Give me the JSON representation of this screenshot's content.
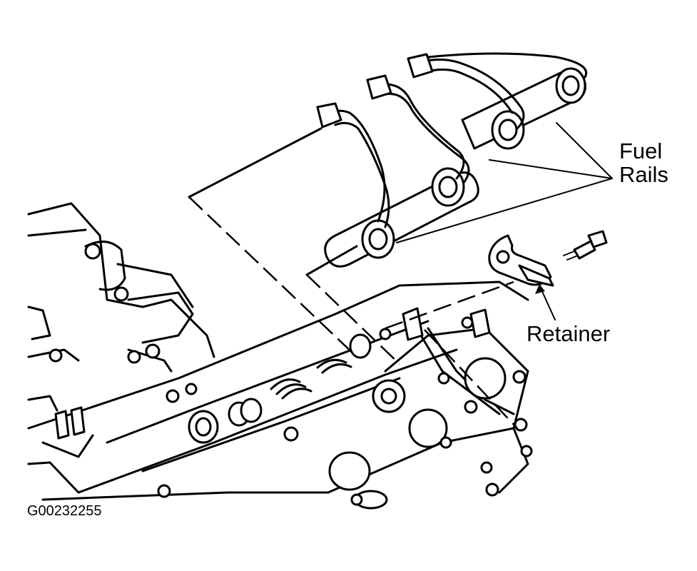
{
  "labels": {
    "fuel_rails_line1": "Fuel",
    "fuel_rails_line2": "Rails",
    "retainer": "Retainer",
    "figure_id": "G00232255"
  },
  "colors": {
    "ink": "#000000",
    "paper": "#ffffff"
  }
}
